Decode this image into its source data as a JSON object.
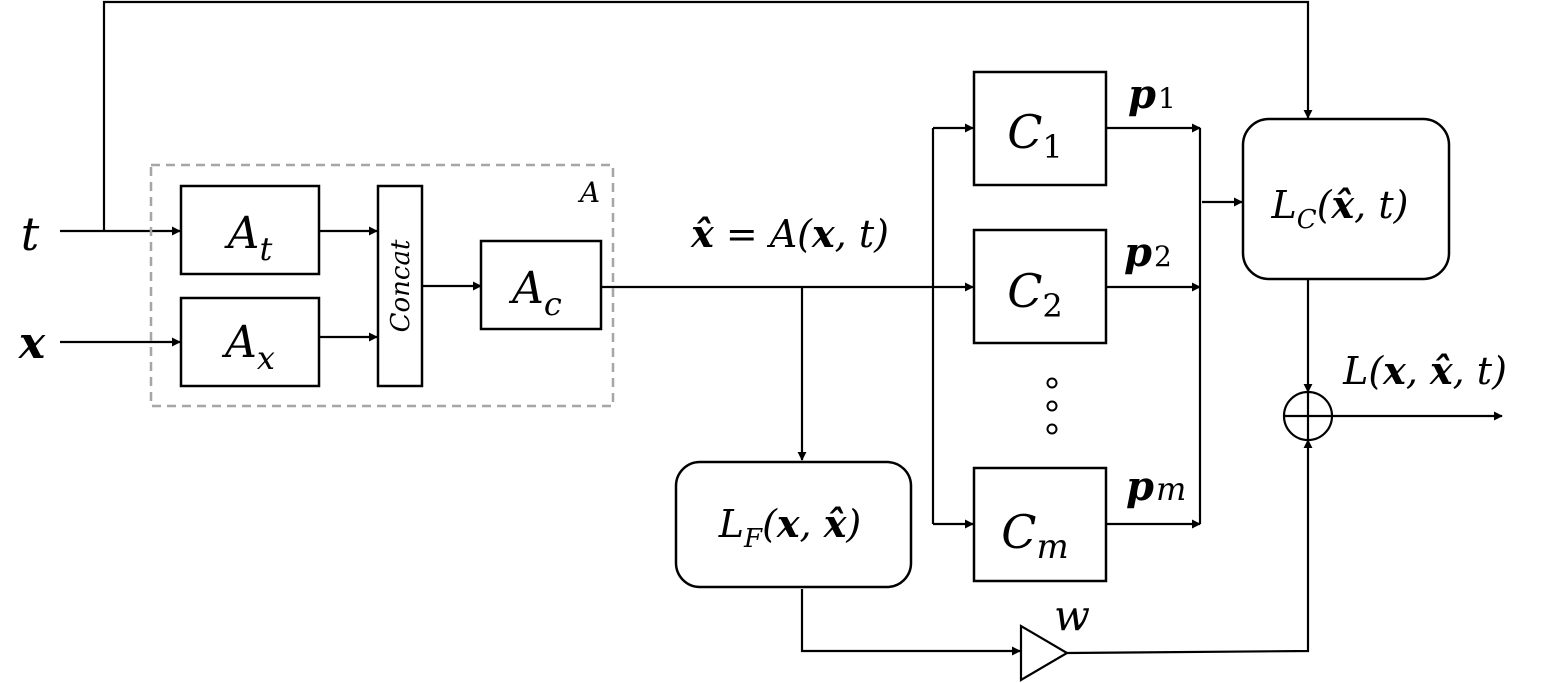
{
  "inputs": {
    "t": "t",
    "x": "x"
  },
  "module_a": {
    "label": "A",
    "at": {
      "base": "A",
      "sub": "t"
    },
    "ax": {
      "base": "A",
      "sub": "x"
    },
    "concat": "Concat",
    "ac": {
      "base": "A",
      "sub": "c"
    }
  },
  "xhat_eq": {
    "lhs": "x̂",
    "eq": " = A(",
    "x": "x",
    "rest": ", t)"
  },
  "classifiers": [
    {
      "base": "C",
      "sub": "1",
      "output_base": "p",
      "output_sub": "1"
    },
    {
      "base": "C",
      "sub": "2",
      "output_base": "p",
      "output_sub": "2"
    },
    {
      "base": "C",
      "sub": "m",
      "output_base": "p",
      "output_sub": "m"
    }
  ],
  "loss_c": {
    "base": "L",
    "sub": "C",
    "open": "(",
    "xhat": "x̂",
    "rest": ", t)"
  },
  "loss_f": {
    "base": "L",
    "sub": "F",
    "open": "(",
    "x": "x",
    "comma": ", ",
    "xhat": "x̂",
    "close": ")"
  },
  "weight": "w",
  "total_loss": {
    "open": "L(",
    "x": "x",
    "comma1": ", ",
    "xhat": "x̂",
    "rest": ", t)"
  },
  "colors": {
    "ink": "#000000",
    "dashed_border": "#a6a6a6"
  },
  "icons": [
    "adder-icon",
    "amplifier-triangle-icon",
    "ellipsis-dots-icon"
  ]
}
